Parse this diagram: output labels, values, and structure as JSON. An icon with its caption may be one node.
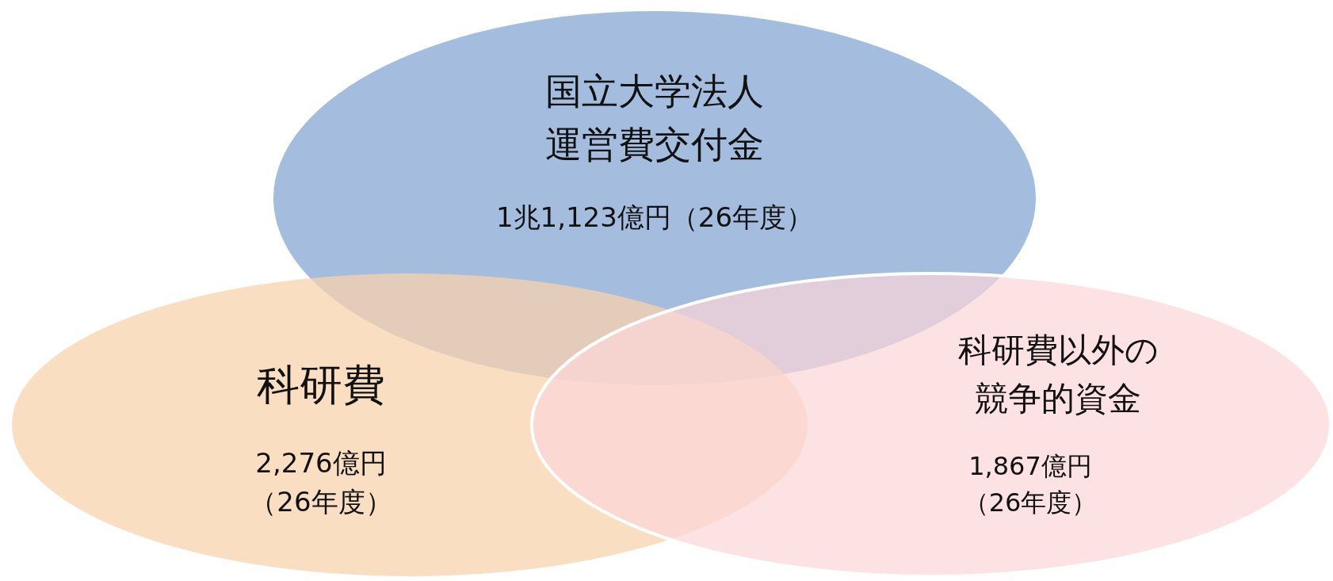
{
  "diagram": {
    "nodes": [
      {
        "text": [
          "国立大学法人運営費交付金",
          "1兆1,123億円（26年度）"
        ]
      },
      {
        "text": [
          "科研費",
          "2,276億円（26年度）"
        ]
      },
      {
        "text": [
          "科研費以外の競争的資金",
          "1,867億円（26年度）"
        ]
      }
    ]
  }
}
